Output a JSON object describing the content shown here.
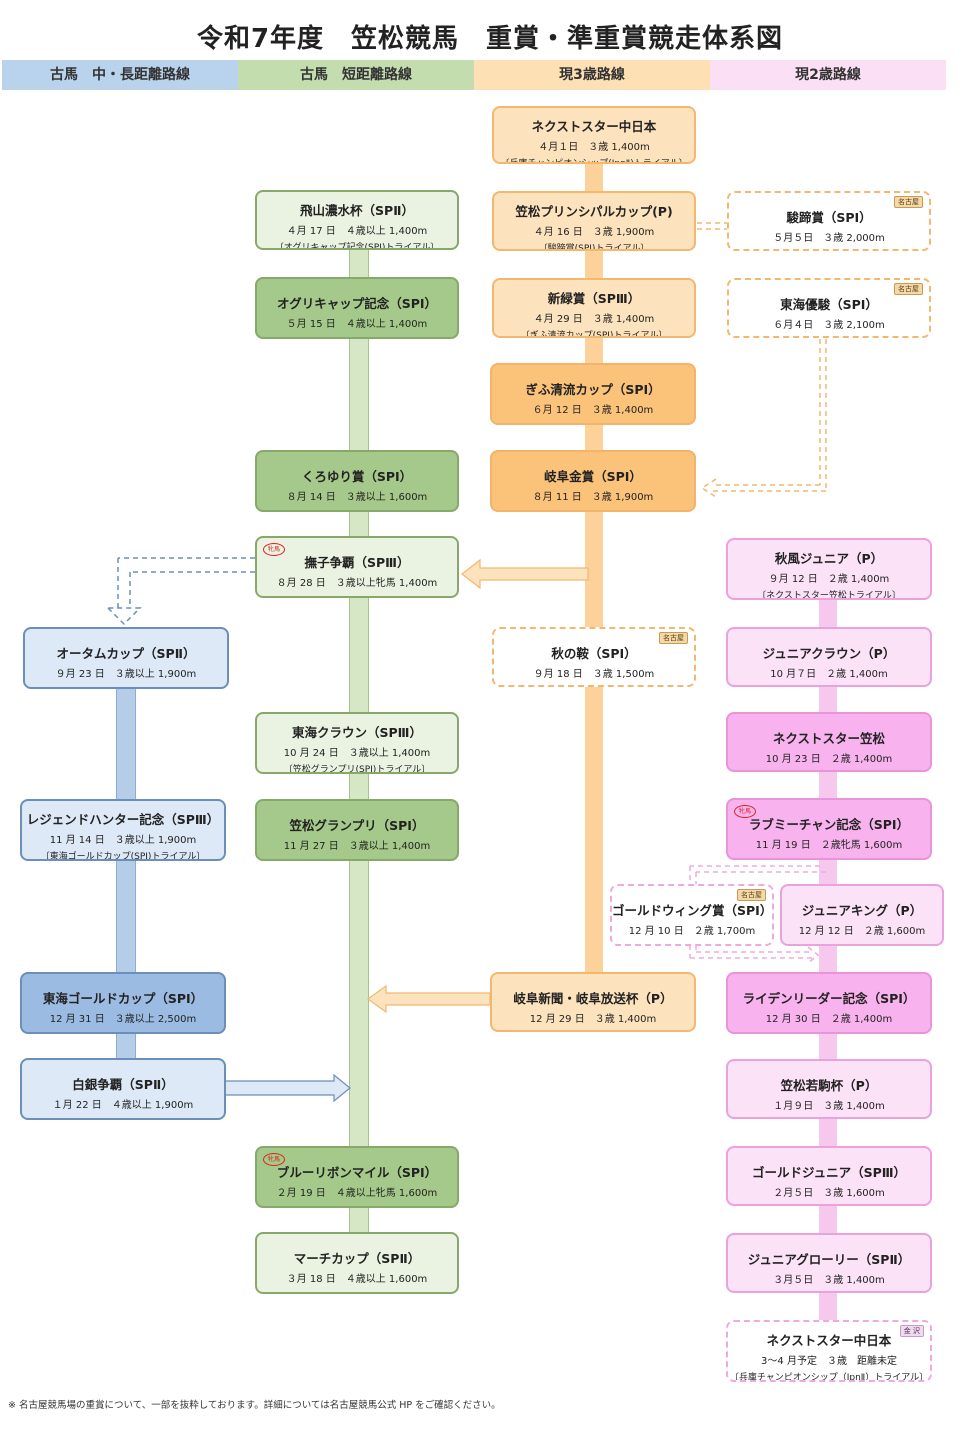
{
  "title": "令和7年度　笠松競馬　重賞・準重賞競走体系図",
  "columns": [
    {
      "label": "古馬　中・長距離路線",
      "color": "#b9d3ec"
    },
    {
      "label": "古馬　短距離路線",
      "color": "#c4ddaf"
    },
    {
      "label": "現3歳路線",
      "color": "#fde0b4"
    },
    {
      "label": "現2歳路線",
      "color": "#fbe0f5"
    }
  ],
  "tag_nagoya": "名古屋",
  "tag_kanazawa": "金 沢",
  "tag_filly": "牝馬",
  "races": {
    "next_star_chunichi": {
      "name": "ネクストスター中日本",
      "date": "４月１日　３歳 1,400m",
      "note": "〔兵庫チャンピオンシップ(JpnⅡ)トライアル〕"
    },
    "kasamatsu_principal": {
      "name": "笠松プリンシパルカップ(P)",
      "date": "４月 16 日　３歳 1,900m",
      "note": "〔駿蹄賞(SPⅠ)トライアル〕"
    },
    "shunteisho": {
      "name": "駿蹄賞（SPⅠ）",
      "date": "５月５日　３歳 2,000m"
    },
    "hidayama": {
      "name": "飛山濃水杯（SPⅡ）",
      "date": "４月 17 日　４歳以上 1,400m",
      "note": "〔オグリキャップ記念(SPⅠ)トライアル〕"
    },
    "shinryokusho": {
      "name": "新緑賞（SPⅢ）",
      "date": "４月 29 日　３歳 1,400m",
      "note": "〔ぎふ清流カップ(SPⅠ)トライアル〕"
    },
    "tokai_yushun": {
      "name": "東海優駿（SPⅠ）",
      "date": "６月４日　３歳 2,100m"
    },
    "oguri_cap": {
      "name": "オグリキャップ記念（SPⅠ）",
      "date": "５月 15 日　４歳以上 1,400m"
    },
    "gifu_seiryu": {
      "name": "ぎふ清流カップ（SPⅠ）",
      "date": "６月 12 日　３歳 1,400m"
    },
    "kuroyuri": {
      "name": "くろゆり賞（SPⅠ）",
      "date": "８月 14 日　３歳以上 1,600m"
    },
    "gifu_kinsho": {
      "name": "岐阜金賞（SPⅠ）",
      "date": "８月 11 日　３歳 1,900m"
    },
    "nadeshiko": {
      "name": "撫子争覇（SPⅢ）",
      "date": "８月 28 日　３歳以上牝馬 1,400m"
    },
    "aki_junior": {
      "name": "秋風ジュニア（P）",
      "date": "９月 12 日　２歳 1,400m",
      "note": "〔ネクストスター笠松トライアル〕"
    },
    "autumn_cup": {
      "name": "オータムカップ（SPⅡ）",
      "date": "９月 23 日　３歳以上 1,900m"
    },
    "aki_no_kura": {
      "name": "秋の鞍（SPⅠ）",
      "date": "９月 18 日　３歳 1,500m"
    },
    "junior_crown": {
      "name": "ジュニアクラウン（P）",
      "date": "10 月７日　２歳 1,400m"
    },
    "tokai_crown": {
      "name": "東海クラウン（SPⅢ）",
      "date": "10 月 24 日　３歳以上 1,400m",
      "note": "〔笠松グランプリ(SPⅠ)トライアル〕"
    },
    "next_star_kasamatsu": {
      "name": "ネクストスター笠松",
      "date": "10 月 23 日　２歳 1,400m"
    },
    "legend_hunter": {
      "name": "レジェンドハンター記念（SPⅢ）",
      "date": "11 月 14 日　３歳以上 1,900m",
      "note": "〔東海ゴールドカップ(SPⅠ)トライアル〕"
    },
    "kasamatsu_gp": {
      "name": "笠松グランプリ（SPⅠ）",
      "date": "11 月 27 日　３歳以上 1,400m"
    },
    "love_me_chan": {
      "name": "ラブミーチャン記念（SPⅠ）",
      "date": "11 月 19 日　２歳牝馬 1,600m"
    },
    "gold_wing": {
      "name": "ゴールドウィング賞（SPⅠ）",
      "date": "12 月 10 日　２歳 1,700m"
    },
    "junior_king": {
      "name": "ジュニアキング（P）",
      "date": "12 月 12 日　２歳 1,600m"
    },
    "tokai_gold": {
      "name": "東海ゴールドカップ（SPⅠ）",
      "date": "12 月 31 日　３歳以上 2,500m"
    },
    "gifu_shinbun": {
      "name": "岐阜新聞・岐阜放送杯（P）",
      "date": "12 月 29 日　３歳 1,400m"
    },
    "raiden_leader": {
      "name": "ライデンリーダー記念（SPⅠ）",
      "date": "12 月 30 日　２歳 1,400m"
    },
    "hakugin": {
      "name": "白銀争覇（SPⅡ）",
      "date": "１月 22 日　４歳以上 1,900m"
    },
    "kasamatsu_wakakoma": {
      "name": "笠松若駒杯（P）",
      "date": "１月９日　３歳 1,400m"
    },
    "blue_ribbon": {
      "name": "ブルーリボンマイル（SPⅠ）",
      "date": "２月 19 日　４歳以上牝馬 1,600m"
    },
    "gold_junior": {
      "name": "ゴールドジュニア（SPⅢ）",
      "date": "２月５日　３歳 1,600m"
    },
    "march_cup": {
      "name": "マーチカップ（SPⅡ）",
      "date": "３月 18 日　４歳以上 1,600m"
    },
    "junior_glory": {
      "name": "ジュニアグローリー（SPⅡ）",
      "date": "３月５日　３歳 1,400m"
    },
    "next_star_chunichi_2": {
      "name": "ネクストスター中日本",
      "date": "3～4 月予定　３歳　距離未定",
      "note": "〔兵庫チャンピオンシップ（JpnⅡ）トライアル〕"
    }
  },
  "footnote": "※ 名古屋競馬場の重賞について、一部を抜粋しております。詳細については名古屋競馬公式 HP をご確認ください。"
}
